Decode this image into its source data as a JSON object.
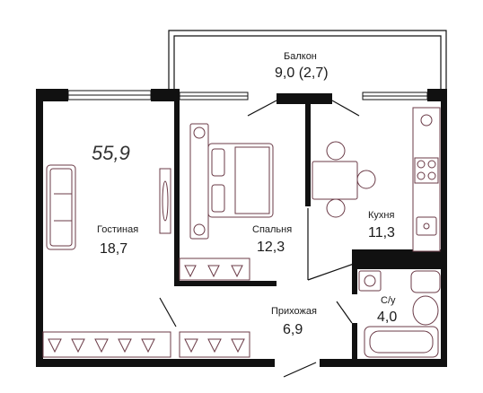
{
  "apartment": {
    "total_area": "55,9"
  },
  "rooms": {
    "balcony": {
      "name": "Балкон",
      "area": "9,0 (2,7)"
    },
    "living": {
      "name": "Гостиная",
      "area": "18,7"
    },
    "bedroom": {
      "name": "Спальня",
      "area": "12,3"
    },
    "kitchen": {
      "name": "Кухня",
      "area": "11,3"
    },
    "hall": {
      "name": "Прихожая",
      "area": "6,9"
    },
    "bathroom": {
      "name": "С/у",
      "area": "4,0"
    }
  },
  "colors": {
    "wall": "#111111",
    "furniture": "#6b3b47",
    "background": "#ffffff"
  }
}
